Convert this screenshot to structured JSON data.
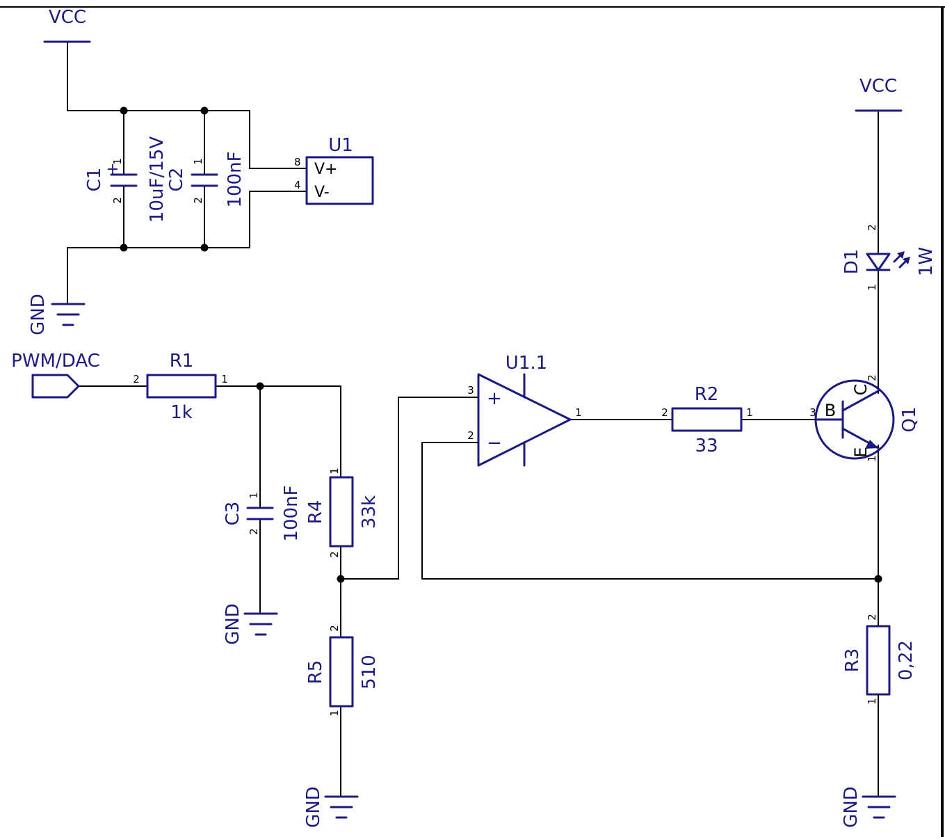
{
  "power": {
    "vcc_left": "VCC",
    "vcc_right": "VCC",
    "gnd_top": "GND",
    "gnd_c3": "GND",
    "gnd_r5": "GND",
    "gnd_r3": "GND"
  },
  "input_port": "PWM/DAC",
  "components": {
    "C1": {
      "ref": "C1",
      "value": "10uF/15V",
      "pin1": "1",
      "pin2": "2",
      "polarity": "+"
    },
    "C2": {
      "ref": "C2",
      "value": "100nF",
      "pin1": "1",
      "pin2": "2"
    },
    "U1": {
      "ref": "U1",
      "pin_vplus_num": "8",
      "pin_vminus_num": "4",
      "pin_vplus": "V+",
      "pin_vminus": "V-"
    },
    "R1": {
      "ref": "R1",
      "value": "1k",
      "pin1": "1",
      "pin2": "2"
    },
    "C3": {
      "ref": "C3",
      "value": "100nF",
      "pin1": "1",
      "pin2": "2"
    },
    "R4": {
      "ref": "R4",
      "value": "33k",
      "pin1": "1",
      "pin2": "2"
    },
    "R5": {
      "ref": "R5",
      "value": "510",
      "pin1": "1",
      "pin2": "2"
    },
    "U1_1": {
      "ref": "U1.1",
      "pin_plus_num": "3",
      "pin_minus_num": "2",
      "pin_out_num": "1",
      "plus": "+",
      "minus": "−"
    },
    "R2": {
      "ref": "R2",
      "value": "33",
      "pin1": "1",
      "pin2": "2"
    },
    "Q1": {
      "ref": "Q1",
      "pin_b": "B",
      "pin_c": "C",
      "pin_e": "E",
      "pin_b_num": "3",
      "pin_c_num": "2",
      "pin_e_num": "1"
    },
    "D1": {
      "ref": "D1",
      "value": "1W",
      "pin1": "1",
      "pin2": "2"
    },
    "R3": {
      "ref": "R3",
      "value": "0,22",
      "pin1": "1",
      "pin2": "2"
    }
  }
}
